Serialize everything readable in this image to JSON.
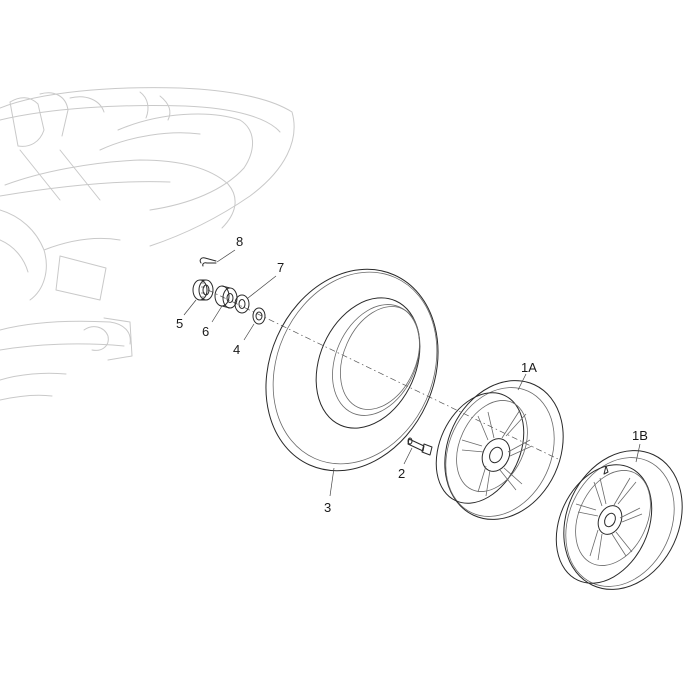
{
  "callouts": [
    {
      "id": "c8",
      "label": "8"
    },
    {
      "id": "c7",
      "label": "7"
    },
    {
      "id": "c5",
      "label": "5"
    },
    {
      "id": "c6",
      "label": "6"
    },
    {
      "id": "c4",
      "label": "4"
    },
    {
      "id": "c1a",
      "label": "1A"
    },
    {
      "id": "c1b",
      "label": "1B"
    },
    {
      "id": "c2",
      "label": "2"
    },
    {
      "id": "c3",
      "label": "3"
    }
  ],
  "colors": {
    "background": "#ffffff",
    "part_stroke": "#2a2a2a",
    "ghost_stroke": "#c9c9c9"
  }
}
